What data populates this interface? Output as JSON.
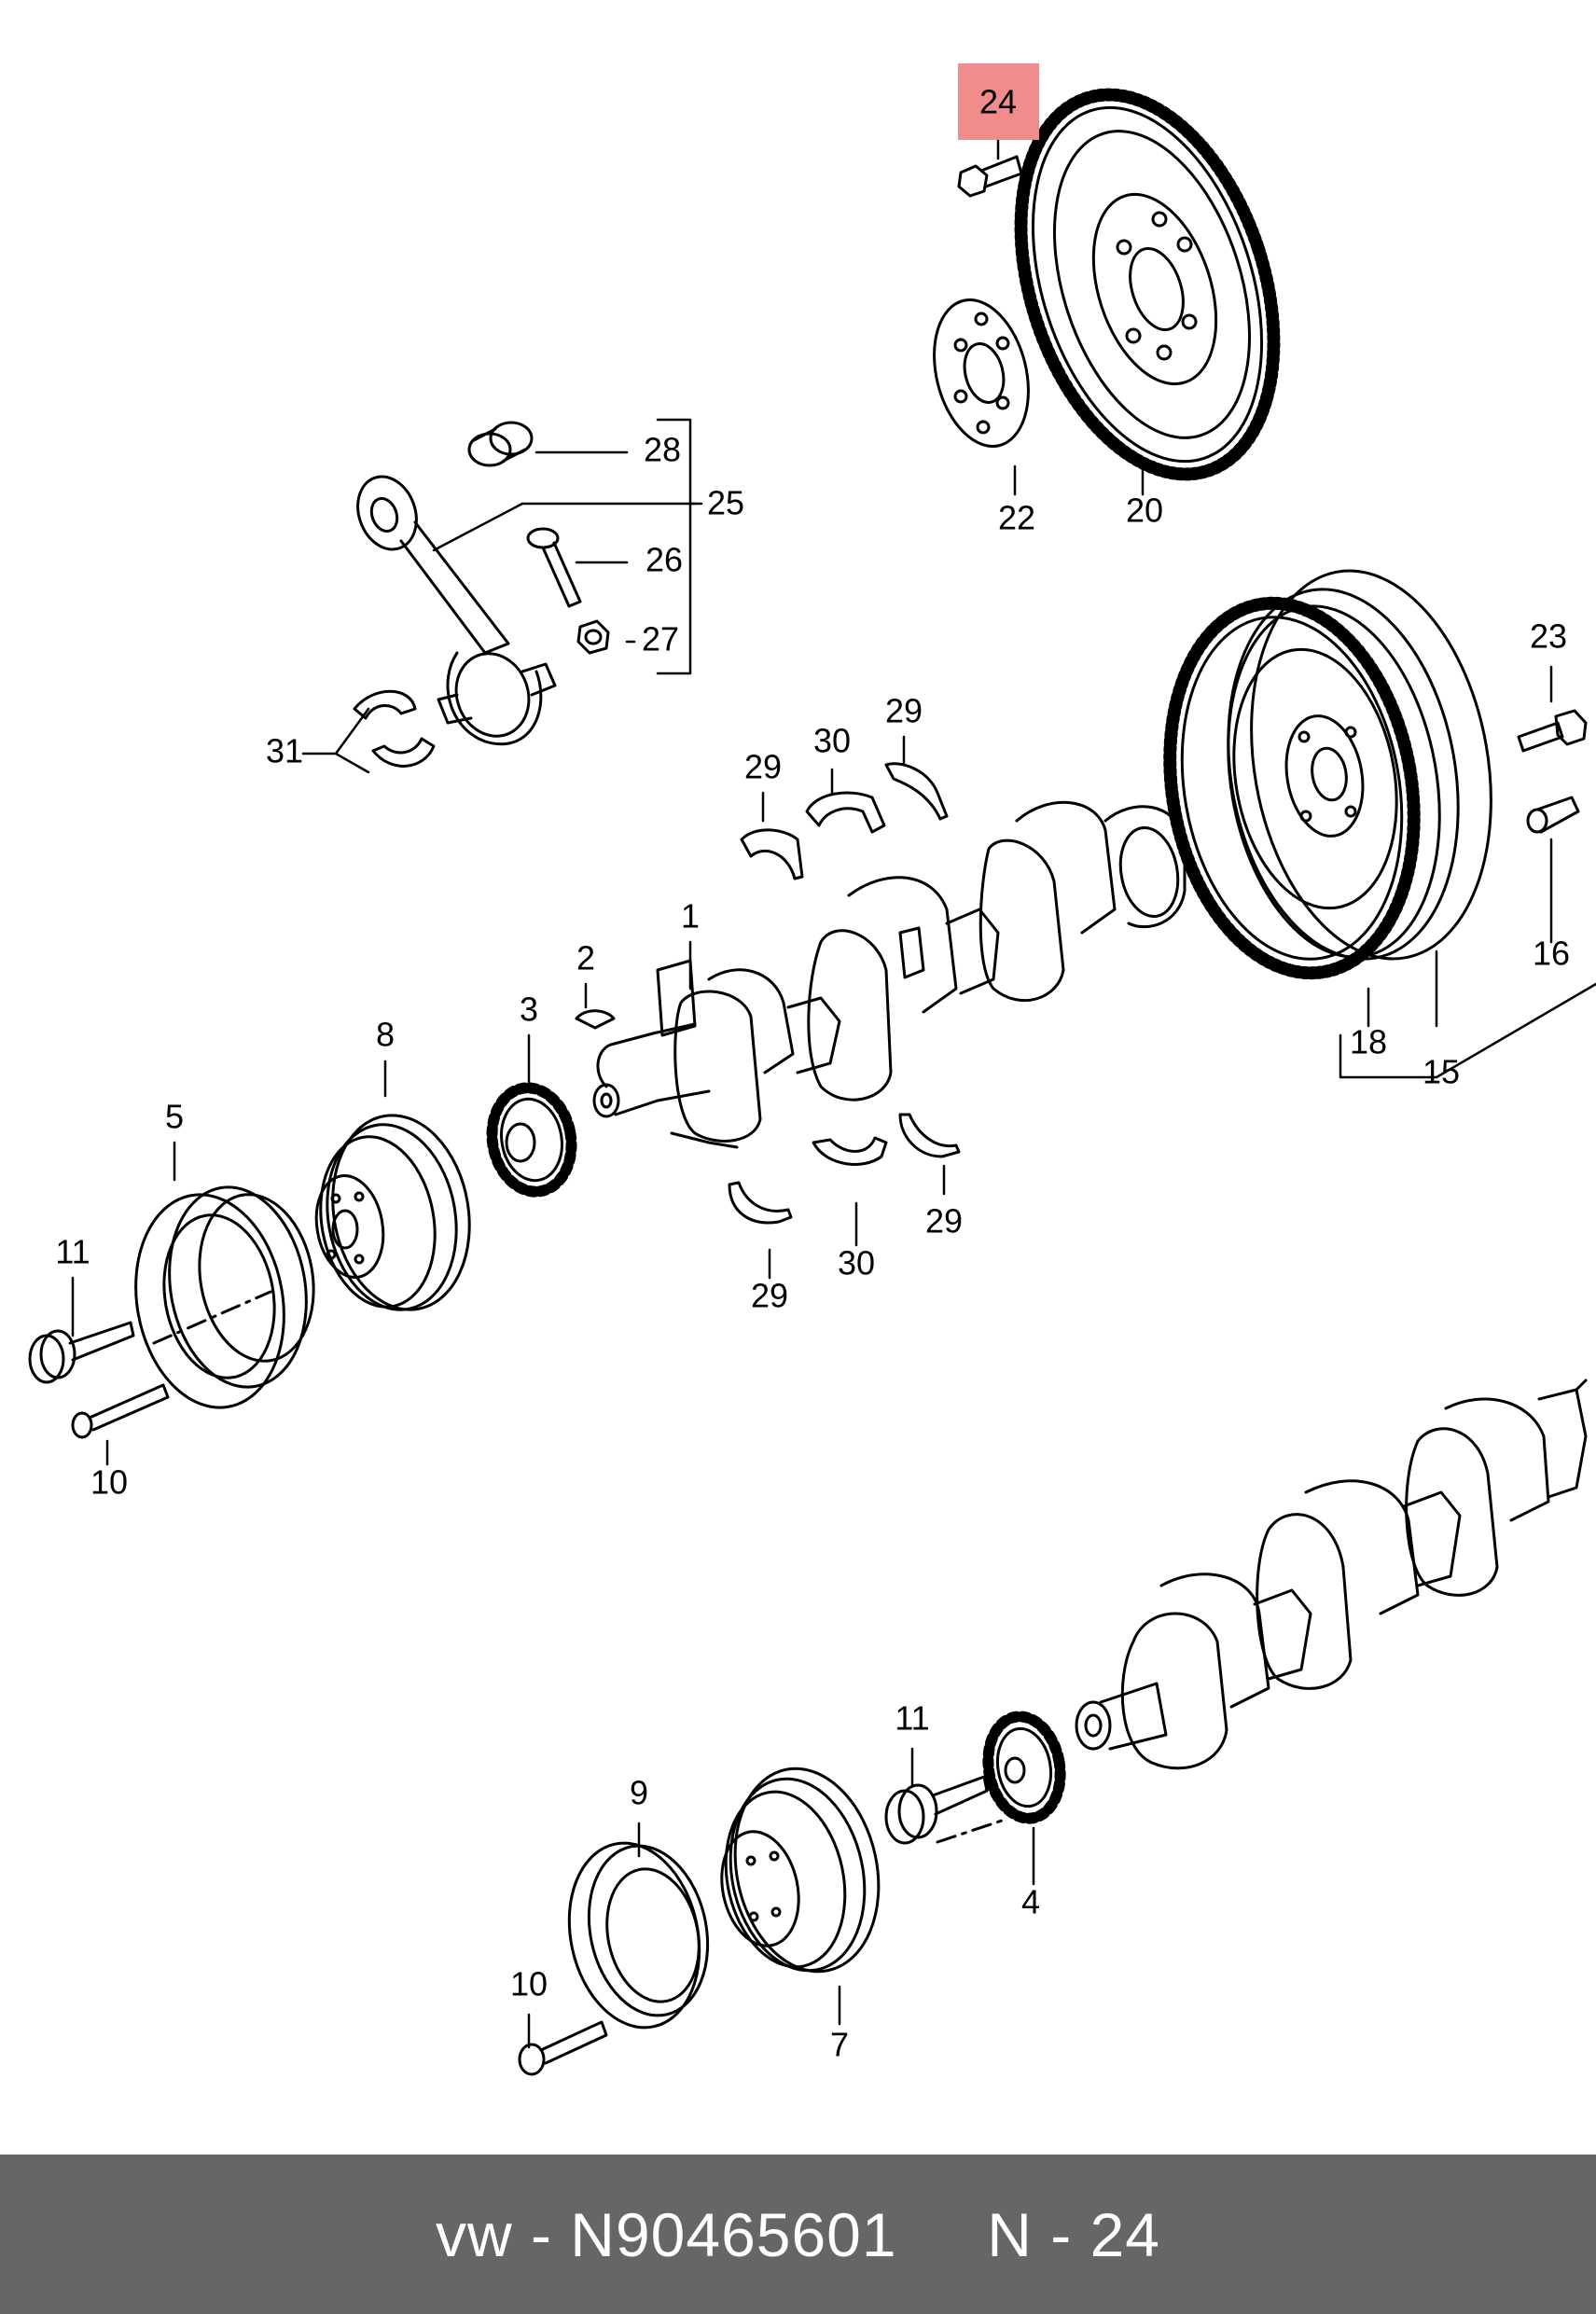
{
  "footer": {
    "text": "vw - N90465601     N - 24"
  },
  "highlight": {
    "label": "24",
    "color": "#f08c8c"
  },
  "callouts": {
    "c24_top": "24",
    "c20": "20",
    "c22": "22",
    "c28": "28",
    "c25": "25",
    "c26": "26",
    "c27": "27",
    "c31": "31",
    "c23": "23",
    "c16": "16",
    "c15": "15",
    "c18": "18",
    "c29_a": "29",
    "c30_a": "30",
    "c29_b": "29",
    "c1": "1",
    "c2": "2",
    "c3": "3",
    "c8": "8",
    "c5": "5",
    "c11_a": "11",
    "c10_a": "10",
    "c29_c": "29",
    "c30_b": "30",
    "c29_d": "29",
    "c11_b": "11",
    "c4": "4",
    "c9": "9",
    "c10_b": "10",
    "c7": "7"
  },
  "colors": {
    "line": "#000000",
    "background": "#ffffff",
    "footer_bg": "#666666",
    "footer_text": "#ffffff"
  }
}
